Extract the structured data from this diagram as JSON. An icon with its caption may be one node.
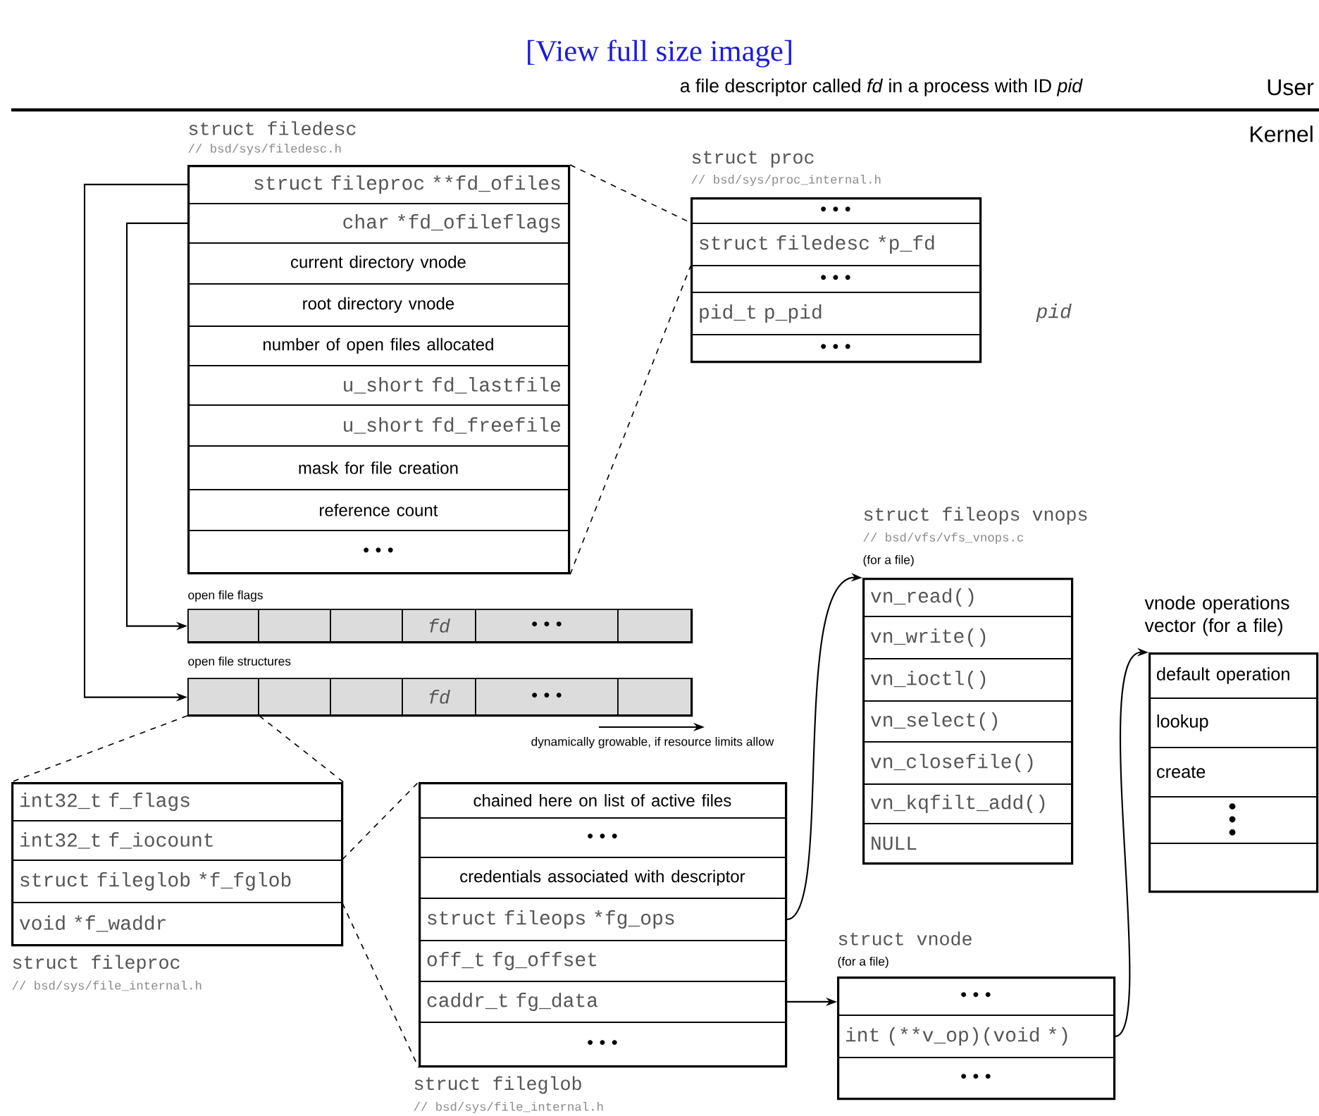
{
  "diagram": {
    "nodes": [
      {
        "text": [
          "struct filedesc",
          "// bsd/sys/filedesc.h"
        ]
      },
      {
        "text": [
          "struct fileproc **fd_ofiles"
        ],
        "in": 0
      },
      {
        "text": [
          "char *fd_ofileflags"
        ],
        "in": 0
      },
      {
        "text": [
          "current directory vnode"
        ],
        "in": 0
      },
      {
        "text": [
          "root directory vnode"
        ],
        "in": 0
      },
      {
        "text": [
          "number of open files allocated"
        ],
        "in": 0
      },
      {
        "text": [
          "u_short fd_lastfile"
        ],
        "in": 0
      },
      {
        "text": [
          "u_short fd_freefile"
        ],
        "in": 0
      },
      {
        "text": [
          "mask for file creation"
        ],
        "in": 0
      },
      {
        "text": [
          "reference count"
        ],
        "in": 0
      },
      {
        "text": [
          "• • •"
        ],
        "in": 0
      },
      {
        "text": [
          "struct proc",
          "// bsd/sys/proc_internal.h"
        ]
      },
      {
        "text": [
          "• • •"
        ],
        "in": 11
      },
      {
        "text": [
          "struct filedesc *p_fd"
        ],
        "in": 11
      },
      {
        "text": [
          "• • •"
        ],
        "in": 11
      },
      {
        "text": [
          "pid_t p_pid"
        ],
        "in": 11,
        "beside": [
          "pid"
        ]
      },
      {
        "text": [
          "• • •"
        ],
        "in": 11
      },
      {
        "text": [
          "open file flags"
        ]
      },
      {
        "text": [],
        "shape": "box",
        "in": 17
      },
      {
        "text": [],
        "shape": "box",
        "in": 17
      },
      {
        "text": [],
        "shape": "box",
        "in": 17
      },
      {
        "text": [
          "fd"
        ],
        "in": 17
      },
      {
        "text": [
          "• • •"
        ],
        "in": 17
      },
      {
        "text": [],
        "shape": "box",
        "in": 17
      },
      {
        "text": [
          "open file structures"
        ]
      },
      {
        "text": [],
        "shape": "box",
        "in": 24
      },
      {
        "text": [],
        "shape": "box",
        "in": 24
      },
      {
        "text": [],
        "shape": "box",
        "in": 24
      },
      {
        "text": [
          "fd"
        ],
        "in": 24
      },
      {
        "text": [
          "• • •"
        ],
        "in": 24
      },
      {
        "text": [],
        "shape": "box",
        "in": 24
      },
      {
        "text": [
          "struct fileproc",
          "// bsd/sys/file_internal.h"
        ]
      },
      {
        "text": [
          "int32_t f_flags"
        ],
        "in": 31
      },
      {
        "text": [
          "int32_t f_iocount"
        ],
        "in": 31
      },
      {
        "text": [
          "struct fileglob *f_fglob"
        ],
        "in": 31
      },
      {
        "text": [
          "void *f_waddr"
        ],
        "in": 31
      },
      {
        "text": [
          "struct fileglob",
          "// bsd/sys/file_internal.h"
        ]
      },
      {
        "text": [
          "chained here on list of active files"
        ],
        "in": 36
      },
      {
        "text": [
          "• • •"
        ],
        "in": 36
      },
      {
        "text": [
          "credentials associated with descriptor"
        ],
        "in": 36
      },
      {
        "text": [
          "struct fileops *fg_ops"
        ],
        "in": 36
      },
      {
        "text": [
          "off_t fg_offset"
        ],
        "in": 36
      },
      {
        "text": [
          "caddr_t fg_data"
        ],
        "in": 36
      },
      {
        "text": [
          "• • •"
        ],
        "in": 36
      },
      {
        "text": [
          "struct fileops vnops",
          "// bsd/vfs/vfs_vnops.c",
          "(for a file)"
        ]
      },
      {
        "text": [
          "vn_read()"
        ],
        "in": 44
      },
      {
        "text": [
          "vn_write()"
        ],
        "in": 44
      },
      {
        "text": [
          "vn_ioctl()"
        ],
        "in": 44
      },
      {
        "text": [
          "vn_select()"
        ],
        "in": 44
      },
      {
        "text": [
          "vn_closefile()"
        ],
        "in": 44
      },
      {
        "text": [
          "vn_kqfilt_add()"
        ],
        "in": 44
      },
      {
        "text": [
          "NULL"
        ],
        "in": 44
      },
      {
        "text": [
          "struct vnode",
          "(for a file)"
        ]
      },
      {
        "text": [
          "• • •"
        ],
        "in": 52
      },
      {
        "text": [
          "int (**v_op)(void *)"
        ],
        "in": 52
      },
      {
        "text": [
          "• • •"
        ],
        "in": 52
      },
      {
        "text": [
          "vnode operations vector (for a file)"
        ]
      },
      {
        "text": [
          "default operation"
        ],
        "in": 56
      },
      {
        "text": [
          "lookup"
        ],
        "in": 56
      },
      {
        "text": [
          "create"
        ],
        "in": 56
      },
      {
        "text": [],
        "shape": "box",
        "in": 56
      },
      {
        "text": [],
        "shape": "box",
        "in": 56
      }
    ],
    "edges": [
      {
        "from": 1,
        "to": 24,
        "arrow": "to"
      },
      {
        "from": 2,
        "to": 17,
        "arrow": "to"
      },
      {
        "from": 0,
        "to": 13,
        "arrow": "none",
        "style": "dashed"
      },
      {
        "from": 0,
        "to": 13,
        "arrow": "none",
        "style": "dashed"
      },
      {
        "from": 25,
        "to": 31,
        "arrow": "none",
        "style": "dashed"
      },
      {
        "from": 25,
        "to": 31,
        "arrow": "none",
        "style": "dashed"
      },
      {
        "from": 34,
        "to": 36,
        "arrow": "none",
        "style": "dashed"
      },
      {
        "from": 34,
        "to": 36,
        "arrow": "none",
        "style": "dashed"
      },
      {
        "from": 40,
        "to": 44,
        "arrow": "to"
      },
      {
        "from": 42,
        "to": 53,
        "arrow": "to"
      },
      {
        "from": 54,
        "to": 56,
        "arrow": "to"
      }
    ],
    "labels": [
      "[View full size image]",
      "a file descriptor called *fd* in a process with ID *pid*",
      "User",
      "Kernel",
      "dynamically growable, if resource limits allow"
    ]
  }
}
